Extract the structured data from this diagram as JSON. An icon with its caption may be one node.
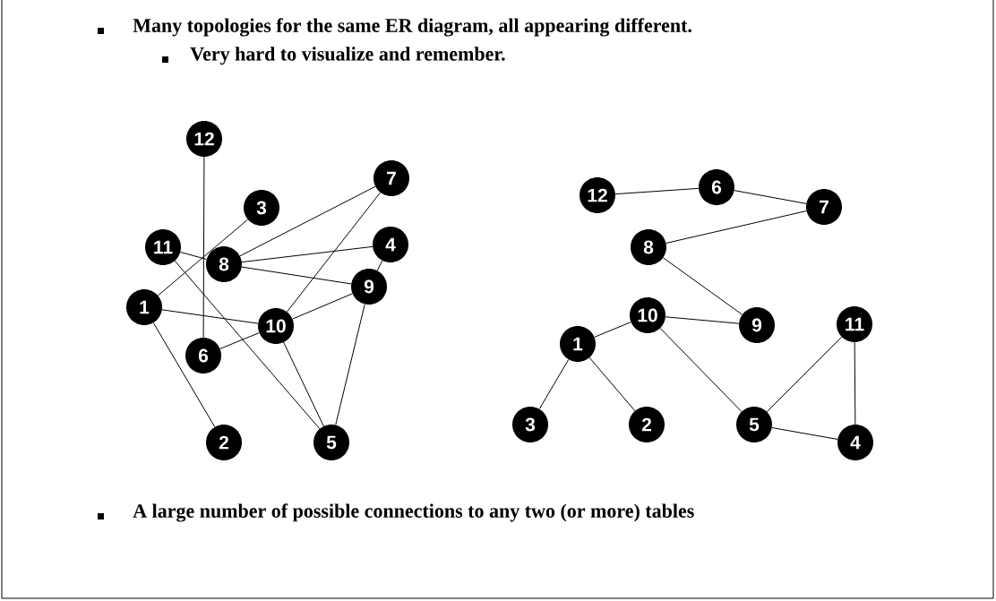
{
  "diagram": {
    "nodes": [
      {
        "text": [
          "12"
        ]
      },
      {
        "text": [
          "7"
        ]
      },
      {
        "text": [
          "3"
        ]
      },
      {
        "text": [
          "4"
        ]
      },
      {
        "text": [
          "11"
        ]
      },
      {
        "text": [
          "8"
        ]
      },
      {
        "text": [
          "9"
        ]
      },
      {
        "text": [
          "1"
        ]
      },
      {
        "text": [
          "10"
        ]
      },
      {
        "text": [
          "6"
        ]
      },
      {
        "text": [
          "2"
        ]
      },
      {
        "text": [
          "5"
        ]
      },
      {
        "text": [
          "6"
        ]
      },
      {
        "text": [
          "12"
        ]
      },
      {
        "text": [
          "7"
        ]
      },
      {
        "text": [
          "8"
        ]
      },
      {
        "text": [
          "10"
        ]
      },
      {
        "text": [
          "9"
        ]
      },
      {
        "text": [
          "11"
        ]
      },
      {
        "text": [
          "1"
        ]
      },
      {
        "text": [
          "3"
        ]
      },
      {
        "text": [
          "2"
        ]
      },
      {
        "text": [
          "5"
        ]
      },
      {
        "text": [
          "4"
        ]
      }
    ],
    "edges": [
      {
        "from": 0,
        "to": 9,
        "arrow": "none"
      },
      {
        "from": 2,
        "to": 7,
        "arrow": "none"
      },
      {
        "from": 4,
        "to": 5,
        "arrow": "none"
      },
      {
        "from": 5,
        "to": 3,
        "arrow": "none"
      },
      {
        "from": 5,
        "to": 1,
        "arrow": "none"
      },
      {
        "from": 5,
        "to": 6,
        "arrow": "none"
      },
      {
        "from": 1,
        "to": 8,
        "arrow": "none"
      },
      {
        "from": 3,
        "to": 6,
        "arrow": "none"
      },
      {
        "from": 8,
        "to": 6,
        "arrow": "none"
      },
      {
        "from": 8,
        "to": 9,
        "arrow": "none"
      },
      {
        "from": 7,
        "to": 8,
        "arrow": "none"
      },
      {
        "from": 7,
        "to": 10,
        "arrow": "none"
      },
      {
        "from": 4,
        "to": 11,
        "arrow": "none"
      },
      {
        "from": 8,
        "to": 11,
        "arrow": "none"
      },
      {
        "from": 6,
        "to": 11,
        "arrow": "none"
      },
      {
        "from": 13,
        "to": 12,
        "arrow": "none"
      },
      {
        "from": 12,
        "to": 14,
        "arrow": "none"
      },
      {
        "from": 14,
        "to": 15,
        "arrow": "none"
      },
      {
        "from": 15,
        "to": 17,
        "arrow": "none"
      },
      {
        "from": 16,
        "to": 17,
        "arrow": "none"
      },
      {
        "from": 16,
        "to": 19,
        "arrow": "none"
      },
      {
        "from": 19,
        "to": 20,
        "arrow": "none"
      },
      {
        "from": 19,
        "to": 21,
        "arrow": "none"
      },
      {
        "from": 16,
        "to": 22,
        "arrow": "none"
      },
      {
        "from": 22,
        "to": 18,
        "arrow": "none"
      },
      {
        "from": 22,
        "to": 23,
        "arrow": "none"
      },
      {
        "from": 18,
        "to": 23,
        "arrow": "none"
      }
    ],
    "labels": [
      "Many topologies for the same ER diagram, all appearing different.",
      "Very hard to visualize and remember.",
      "A large number of possible connections to any two (or more) tables"
    ]
  }
}
